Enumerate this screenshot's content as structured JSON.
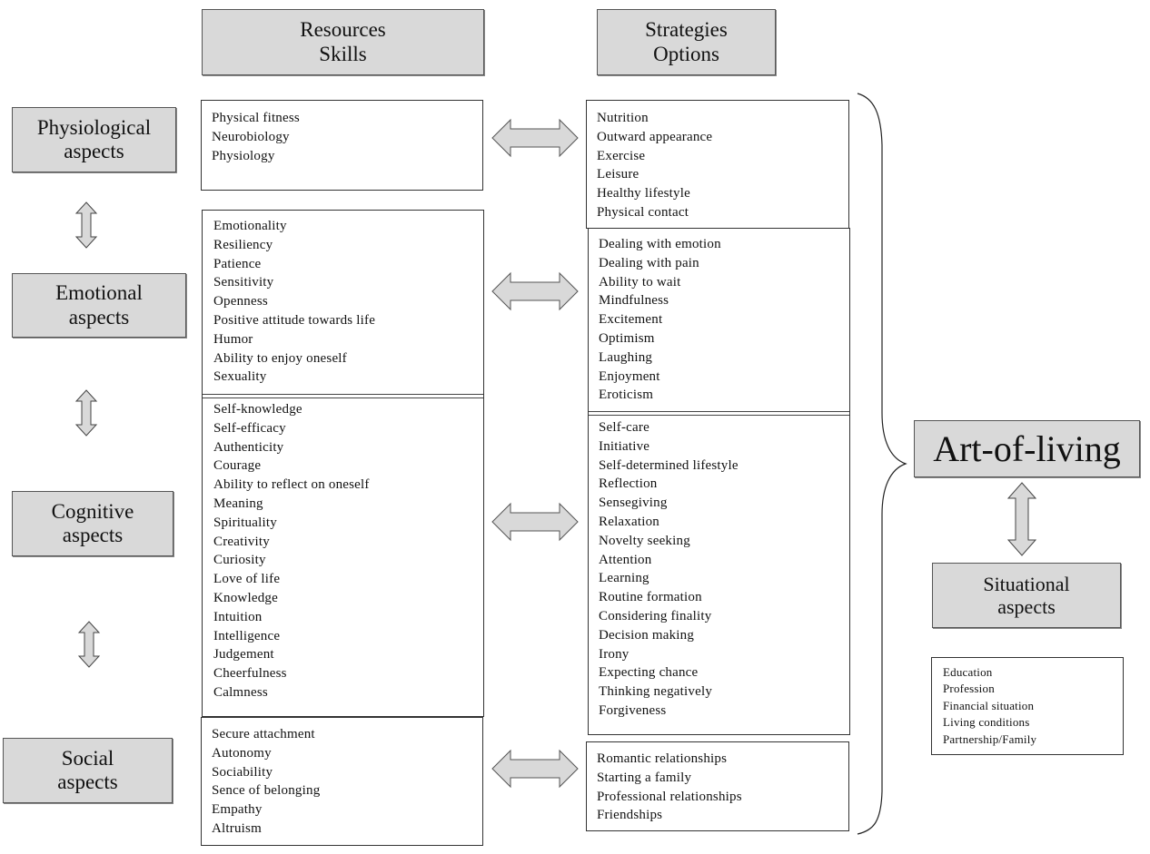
{
  "headers": {
    "resources": [
      "Resources",
      "Skills"
    ],
    "strategies": [
      "Strategies",
      "Options"
    ]
  },
  "aspects": {
    "physiological": [
      "Physiological",
      "aspects"
    ],
    "emotional": [
      "Emotional",
      "aspects"
    ],
    "cognitive": [
      "Cognitive",
      "aspects"
    ],
    "social": [
      "Social",
      "aspects"
    ],
    "situational": [
      "Situational",
      "aspects"
    ]
  },
  "resources": {
    "physiological": [
      "Physical fitness",
      "Neurobiology",
      "Physiology"
    ],
    "emotional": [
      "Emotionality",
      "Resiliency",
      "Patience",
      "Sensitivity",
      "Openness",
      "Positive attitude towards life",
      "Humor",
      "Ability to enjoy oneself",
      "Sexuality"
    ],
    "cognitive": [
      "Self-knowledge",
      "Self-efficacy",
      "Authenticity",
      "Courage",
      "Ability to reflect on oneself",
      "Meaning",
      "Spirituality",
      "Creativity",
      "Curiosity",
      "Love of life",
      "Knowledge",
      "Intuition",
      "Intelligence",
      "Judgement",
      "Cheerfulness",
      "Calmness"
    ],
    "social": [
      "Secure attachment",
      "Autonomy",
      "Sociability",
      "Sence of belonging",
      "Empathy",
      "Altruism"
    ]
  },
  "strategies": {
    "physiological": [
      "Nutrition",
      "Outward appearance",
      "Exercise",
      "Leisure",
      "Healthy lifestyle",
      "Physical contact"
    ],
    "emotional": [
      "Dealing with emotion",
      "Dealing with pain",
      "Ability to wait",
      "Mindfulness",
      "Excitement",
      "Optimism",
      "Laughing",
      "Enjoyment",
      "Eroticism"
    ],
    "cognitive": [
      "Self-care",
      "Initiative",
      "Self-determined lifestyle",
      "Reflection",
      "Sensegiving",
      "Relaxation",
      "Novelty seeking",
      "Attention",
      "Learning",
      "Routine formation",
      "Considering finality",
      "Decision making",
      "Irony",
      "Expecting chance",
      "Thinking negatively",
      "Forgiveness"
    ],
    "social": [
      "Romantic relationships",
      "Starting a family",
      "Professional relationships",
      "Friendships"
    ]
  },
  "outcome": {
    "title": "Art-of-living"
  },
  "situational_factors": [
    "Education",
    "Profession",
    "Financial situation",
    "Living conditions",
    "Partnership/Family"
  ],
  "colors": {
    "box_fill": "#d9d9d9",
    "arrow_fill": "#d9d9d9",
    "line": "#333333"
  }
}
